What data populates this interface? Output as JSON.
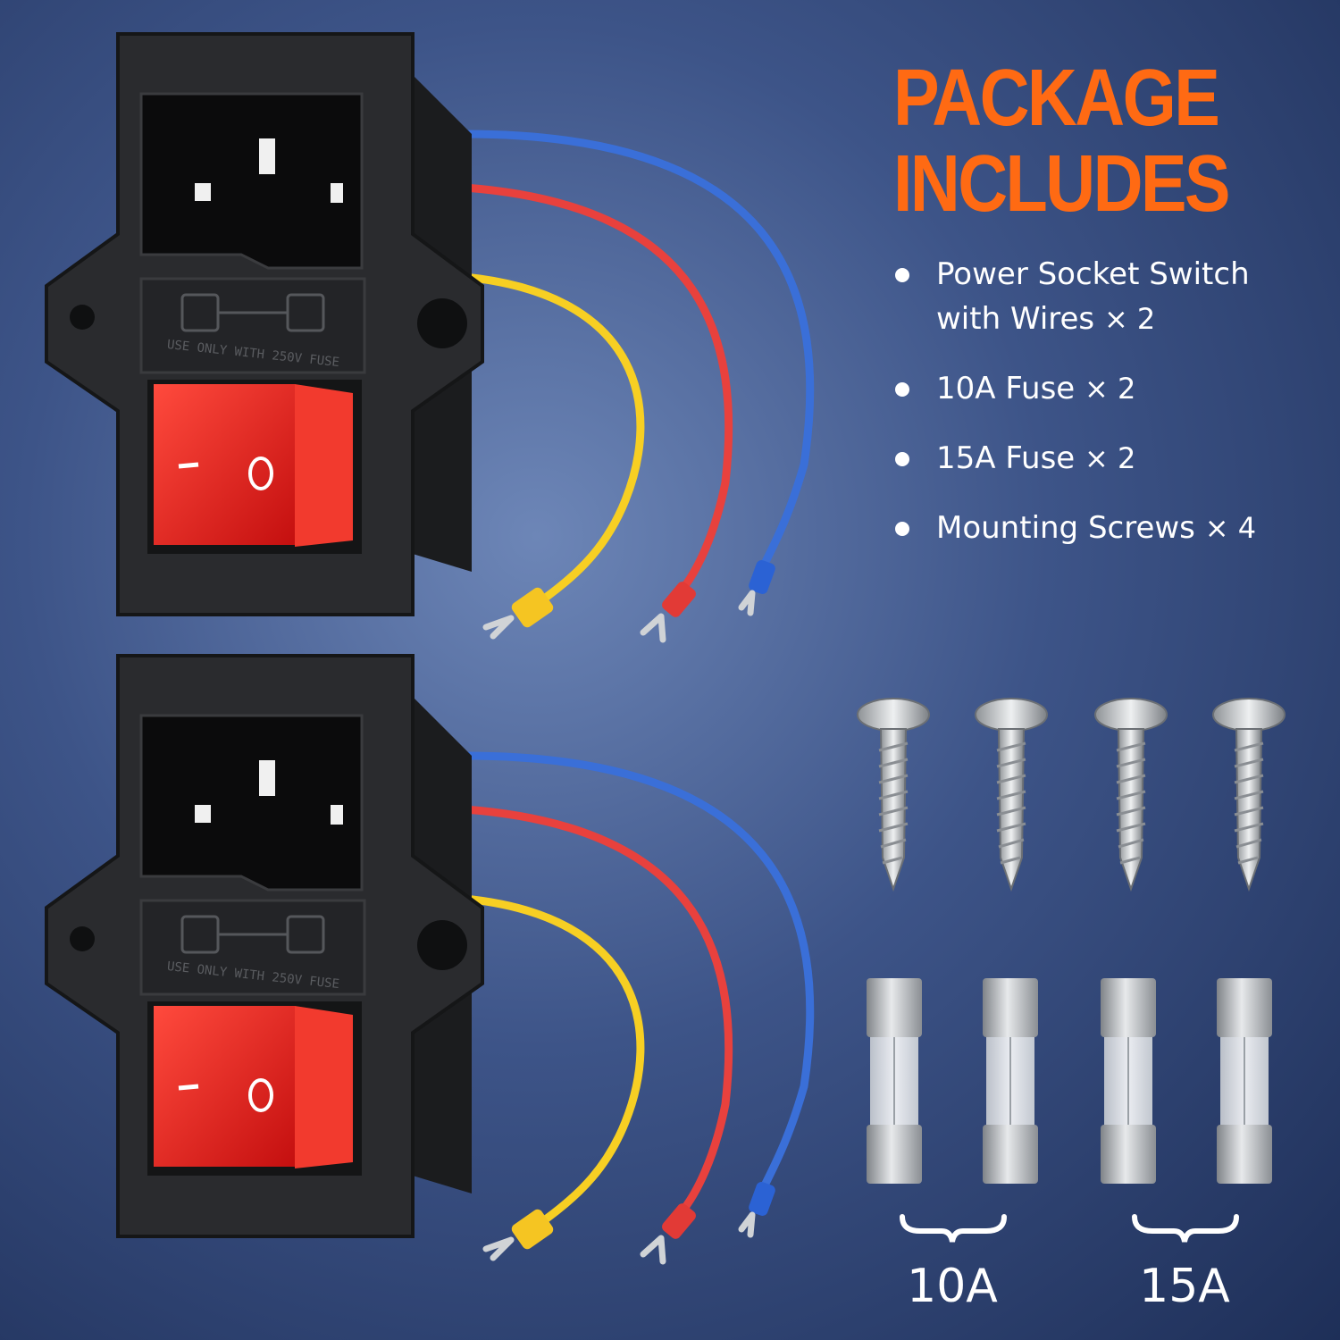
{
  "heading": {
    "line1": "PACKAGE",
    "line2": "INCLUDES"
  },
  "items": [
    {
      "label": "Power Socket Switch with Wires",
      "qty": "× 2"
    },
    {
      "label": "10A Fuse",
      "qty": "× 2"
    },
    {
      "label": "15A Fuse",
      "qty": "× 2"
    },
    {
      "label": "Mounting Screws",
      "qty": "× 4"
    }
  ],
  "module_text": {
    "fuse_note": "USE ONLY WITH 250V FUSE",
    "switch_off": "O",
    "switch_on": "I"
  },
  "fuse_groups": [
    {
      "label": "10A"
    },
    {
      "label": "15A"
    }
  ],
  "colors": {
    "accent": "#ff6a13",
    "wire_blue": "#3a6fd8",
    "wire_red": "#e8413d",
    "wire_yellow": "#f7cf23",
    "switch_red": "#e21a1a"
  }
}
